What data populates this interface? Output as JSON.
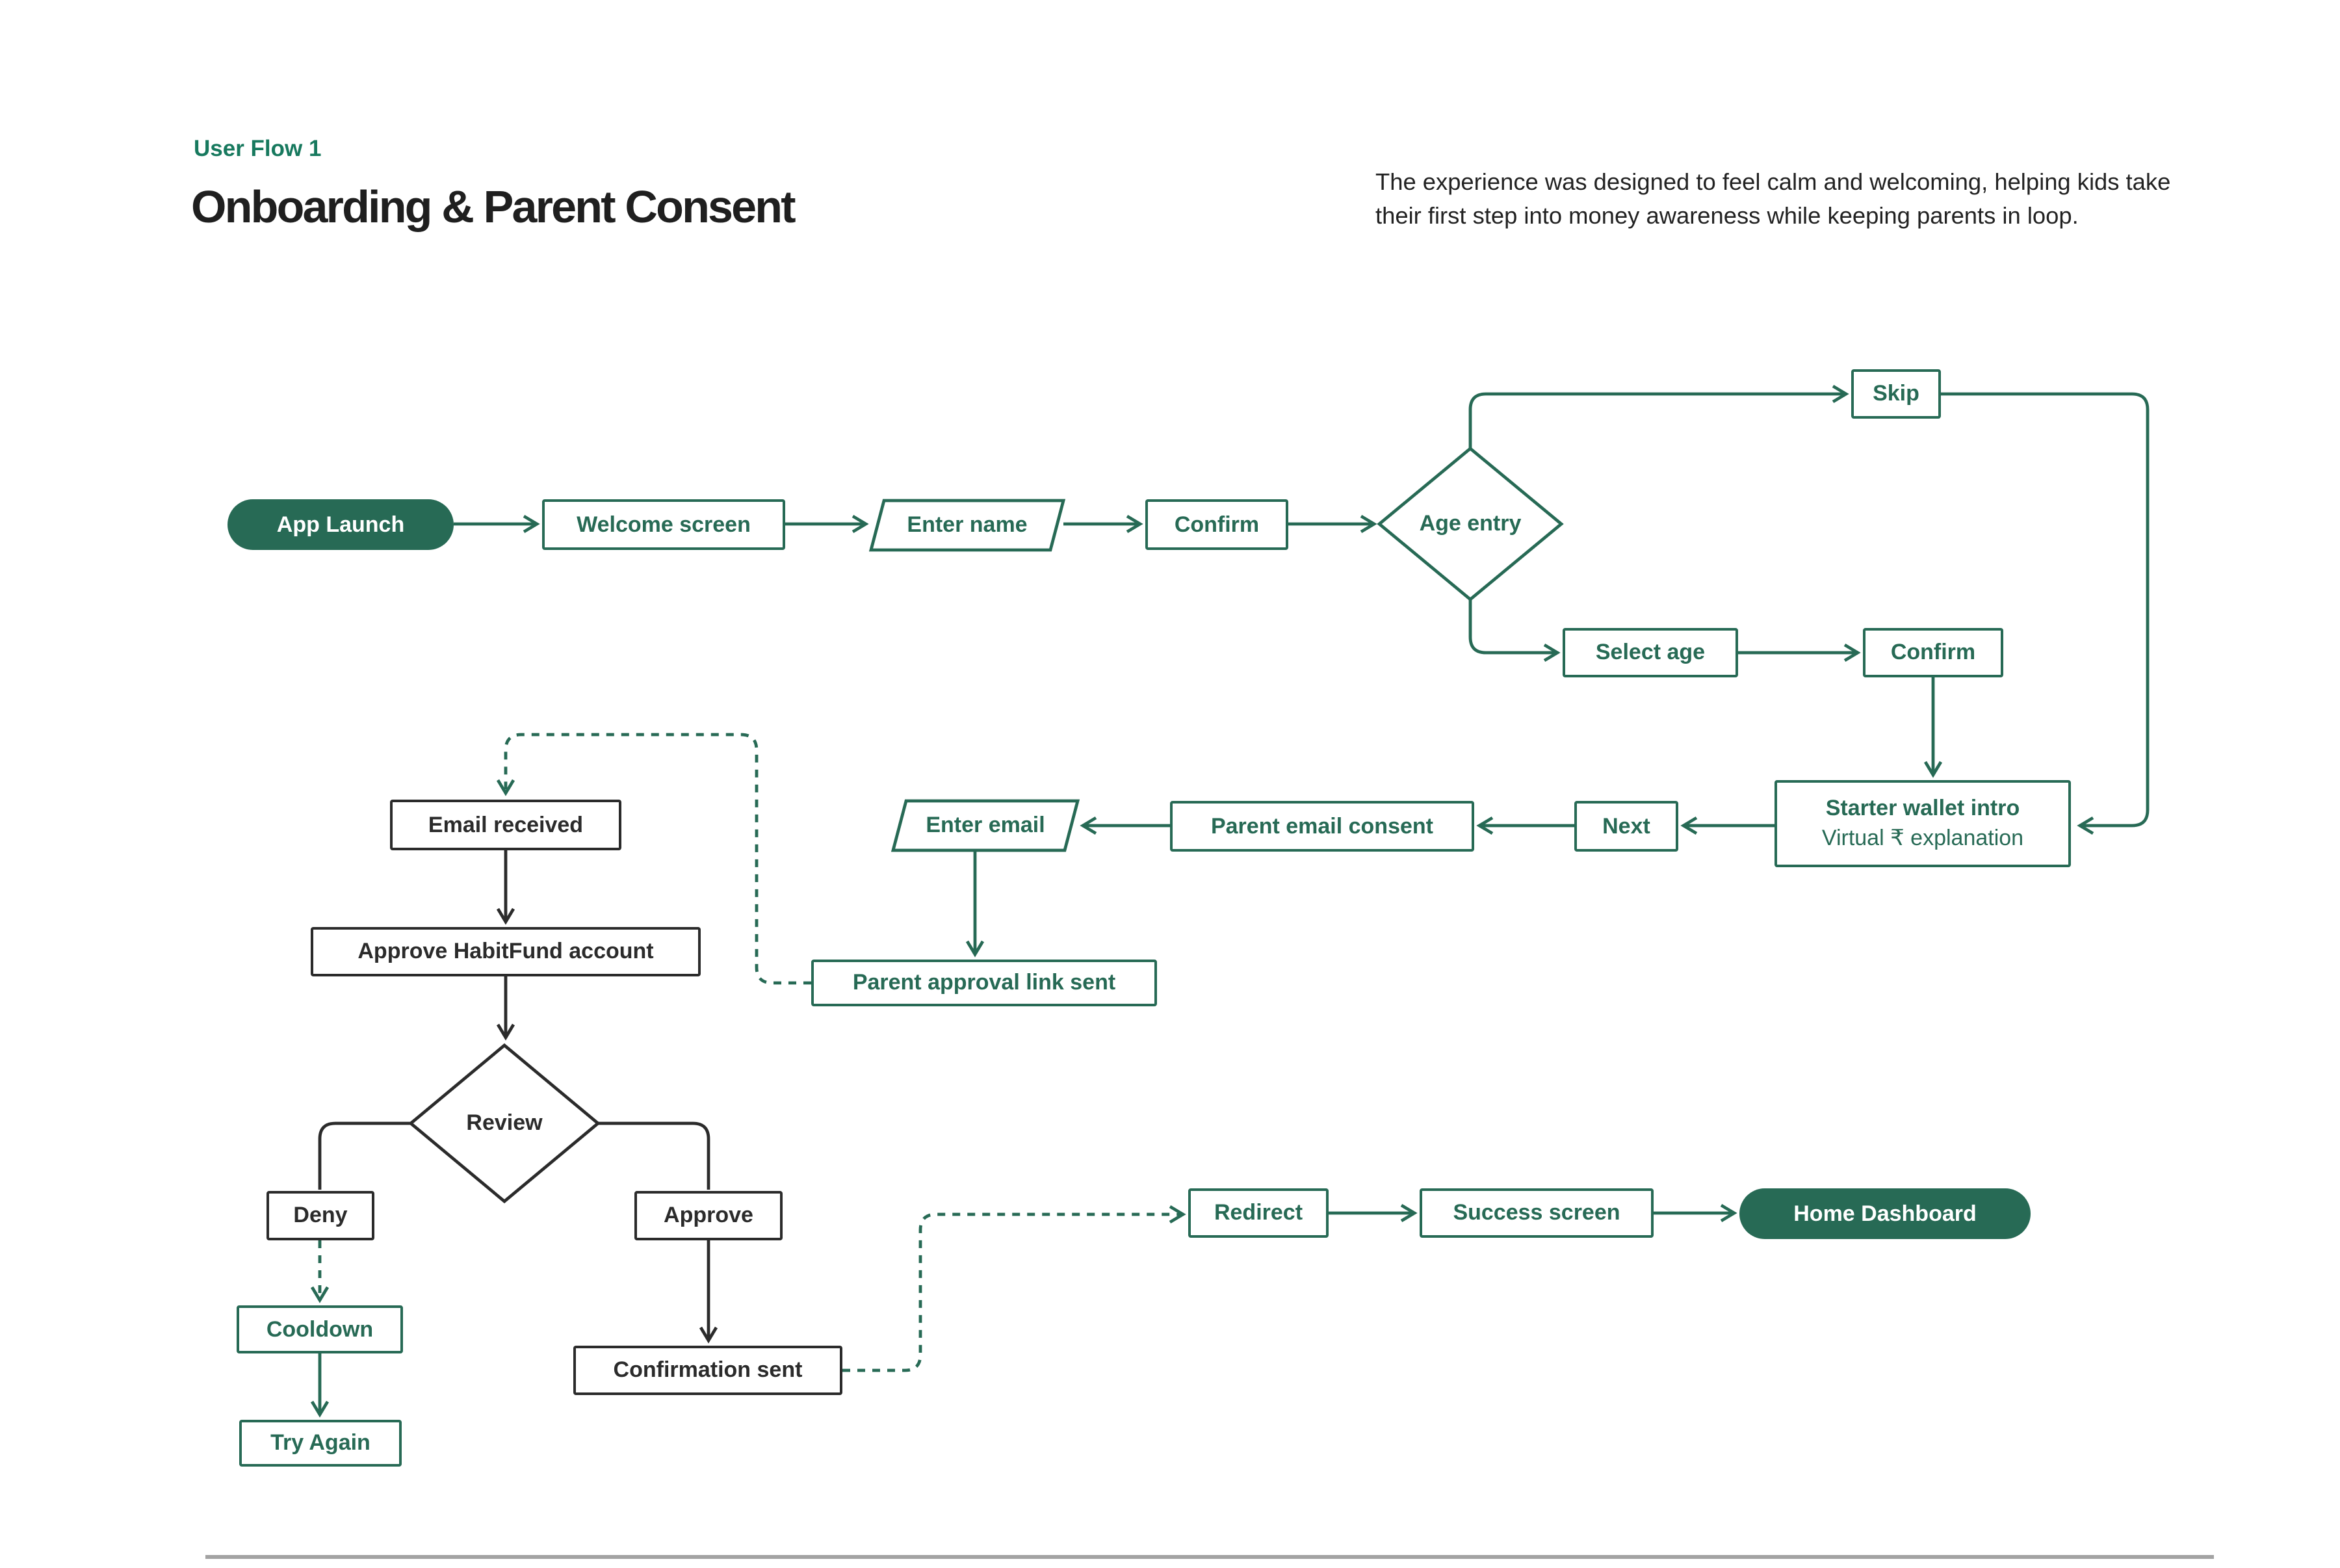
{
  "header": {
    "eyebrow": "User Flow 1",
    "title": "Onboarding & Parent Consent",
    "description": "The experience was designed to feel calm and welcoming, helping kids take their first step into money awareness while keeping parents in loop."
  },
  "colors": {
    "green": "#276a55",
    "green_bright": "#17795e",
    "dark": "#2b2b2b",
    "divider": "#a3a3a3"
  },
  "nodes": {
    "app_launch": "App Launch",
    "welcome_screen": "Welcome screen",
    "enter_name": "Enter name",
    "confirm_1": "Confirm",
    "age_entry": "Age entry",
    "skip": "Skip",
    "select_age": "Select age",
    "confirm_2": "Confirm",
    "starter_wallet_title": "Starter wallet intro",
    "starter_wallet_sub": "Virtual ₹ explanation",
    "next": "Next",
    "parent_email_consent": "Parent email consent",
    "enter_email": "Enter email",
    "email_received": "Email received",
    "parent_approval_link_sent": "Parent approval link sent",
    "approve_habitfund_account": "Approve HabitFund account",
    "review": "Review",
    "deny": "Deny",
    "approve": "Approve",
    "cooldown": "Cooldown",
    "try_again": "Try Again",
    "confirmation_sent": "Confirmation sent",
    "redirect": "Redirect",
    "success_screen": "Success screen",
    "home_dashboard": "Home Dashboard"
  }
}
